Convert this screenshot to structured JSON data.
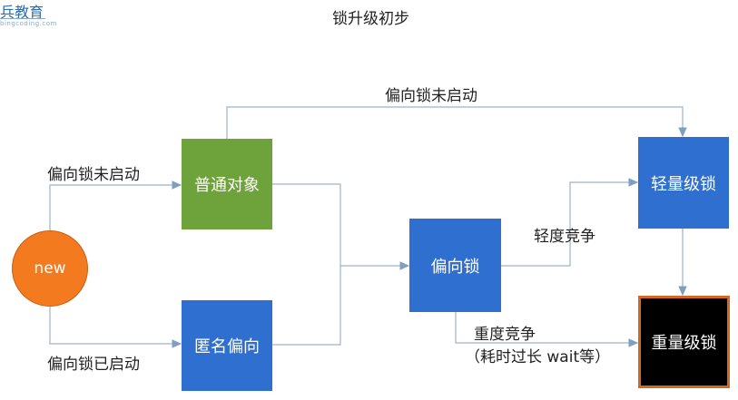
{
  "logo": {
    "text": "兵教育",
    "sub": "bingcoding.com"
  },
  "title": "锁升级初步",
  "nodes": {
    "new": "new",
    "plain_object": "普通对象",
    "anonymous_biased": "匿名偏向",
    "biased_lock": "偏向锁",
    "lightweight_lock": "轻量级锁",
    "heavyweight_lock": "重量级锁"
  },
  "edge_labels": {
    "top": "偏向锁未启动",
    "new_to_plain": "偏向锁未启动",
    "new_to_anonymous": "偏向锁已启动",
    "light_contention": "轻度竞争",
    "heavy_contention": "重度竞争",
    "heavy_contention_detail": "（耗时过长 wait等）"
  },
  "colors": {
    "green_box": "#6ea23a",
    "blue_box": "#2f6fd0",
    "black_box": "#000000",
    "orange_border": "#d2691e",
    "new_circle": "#f47a1f",
    "line": "#9bb3cc"
  }
}
